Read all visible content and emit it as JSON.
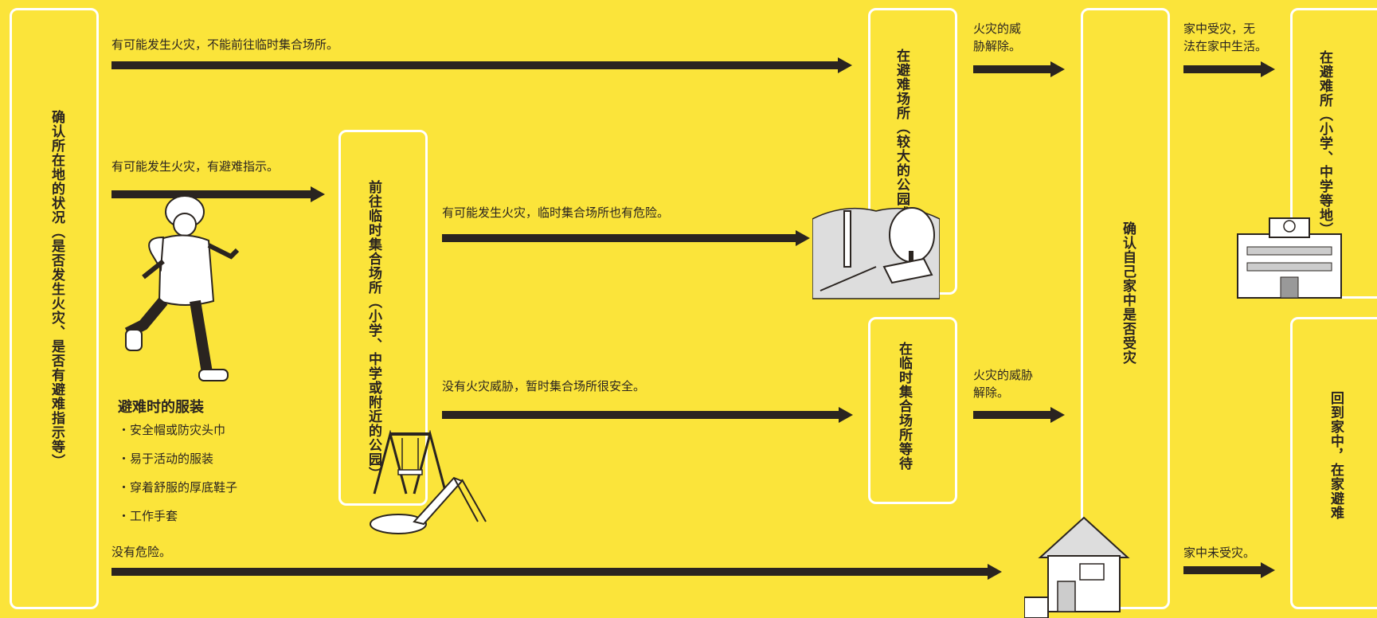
{
  "boxes": {
    "check_location": "确认所在地的状况（是否发生火灾、是否有避难指示等）",
    "temp_assembly": "前往临时集合场所（小学、中学或附近的公园）",
    "evac_place": "在避难场所（较大的公园或广场）避难",
    "wait_temp": "在临时集合场所等待",
    "check_home": "确认自己家中是否受灾",
    "evac_shelter": "在避难所（小学、中学等地）避难",
    "return_home": "回到家中，在家避难"
  },
  "labels": {
    "fire_no_temp": "有可能发生火灾，不能前往临时集合场所。",
    "fire_with_order": "有可能发生火灾，有避难指示。",
    "fire_temp_danger": "有可能发生火灾，临时集合场所也有危险。",
    "no_fire_threat": "没有火灾威胁，暂时集合场所很安全。",
    "no_danger": "没有危险。",
    "threat_lifted_1": "火灾的威\n胁解除。",
    "threat_lifted_2": "火灾的威胁\n解除。",
    "home_damaged": "家中受灾，无\n法在家中生活。",
    "home_not_damaged": "家中未受灾。"
  },
  "clothing": {
    "title": "避难时的服装",
    "items": [
      "・安全帽或防灾头巾",
      "・易于活动的服装",
      "・穿着舒服的厚底鞋子",
      "・工作手套"
    ]
  },
  "colors": {
    "background": "#FBE43A",
    "arrow": "#2a2420",
    "box_border": "#ffffff"
  }
}
